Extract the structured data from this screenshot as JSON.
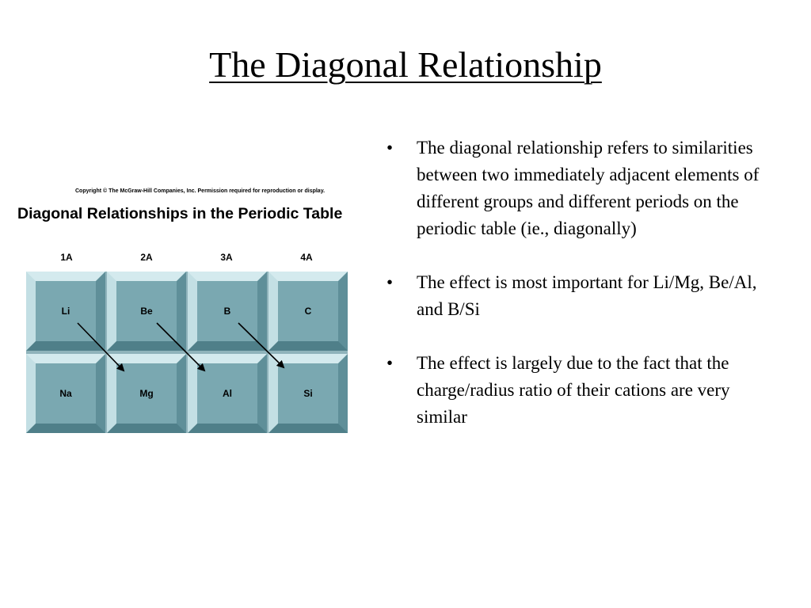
{
  "slide": {
    "title": "The Diagonal Relationship"
  },
  "figure": {
    "copyright": "Copyright © The McGraw-Hill Companies, Inc. Permission required for reproduction or display.",
    "title": "Diagonal Relationships in the Periodic Table",
    "groups": [
      "1A",
      "2A",
      "3A",
      "4A"
    ],
    "row1": [
      "Li",
      "Be",
      "B",
      "C"
    ],
    "row2": [
      "Na",
      "Mg",
      "Al",
      "Si"
    ],
    "arrow_color": "#000000"
  },
  "bullets": [
    "The diagonal relationship refers to similarities between two immediately adjacent elements of different groups and different periods on the periodic table (ie., diagonally)",
    "The effect is most important for Li/Mg, Be/Al, and B/Si",
    "The effect is largely due to the fact that the charge/radius ratio of their cations are very similar"
  ],
  "bullet_symbol": "•"
}
